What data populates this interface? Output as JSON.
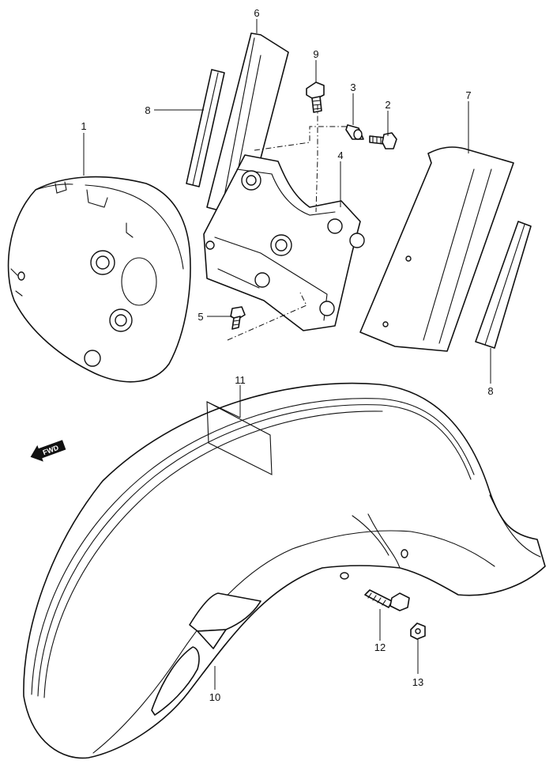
{
  "callouts": {
    "p1": "1",
    "p2": "2",
    "p3": "3",
    "p4": "4",
    "p5": "5",
    "p6": "6",
    "p7": "7",
    "p8a": "8",
    "p8b": "8",
    "p9": "9",
    "p10": "10",
    "p11": "11",
    "p12": "12",
    "p13": "13"
  },
  "direction_badge": {
    "label": "FWD",
    "icon": "forward-arrow-icon"
  }
}
